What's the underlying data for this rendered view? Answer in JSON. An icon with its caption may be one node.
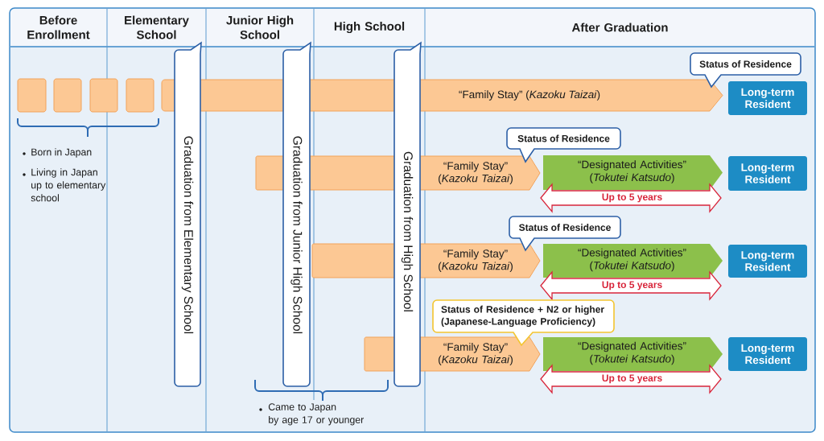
{
  "diagram": {
    "nodes": [
      {
        "text": [
          "Graduation from Elementary School"
        ]
      },
      {
        "text": [
          "Graduation from Junior High School"
        ]
      },
      {
        "text": [
          "Graduation from High School"
        ]
      },
      {
        "text": [
          "Status of Residence"
        ]
      },
      {
        "text": [],
        "shape": "box"
      },
      {
        "text": [],
        "shape": "box"
      },
      {
        "text": [],
        "shape": "box"
      },
      {
        "text": [],
        "shape": "box"
      },
      {
        "text": [
          "“Family Stay” (*Kazoku Taizai*)"
        ]
      },
      {
        "text": [
          "Long-term Resident"
        ]
      },
      {
        "text": [
          "Status of Residence"
        ]
      },
      {
        "text": [
          "“Family Stay” (*Kazoku Taizai*)"
        ]
      },
      {
        "text": [
          "“Designated Activities” (*Tokutei Katsudo*)"
        ],
        "beside": [
          "Up to 5 years"
        ]
      },
      {
        "text": [
          "Long-term Resident"
        ]
      },
      {
        "text": [
          "Status of Residence"
        ]
      },
      {
        "text": [
          "“Family Stay” (*Kazoku Taizai*)"
        ]
      },
      {
        "text": [
          "“Designated Activities” (*Tokutei Katsudo*)"
        ],
        "beside": [
          "Up to 5 years"
        ]
      },
      {
        "text": [
          "Long-term Resident"
        ]
      },
      {
        "text": [
          "Status of Residence + N2 or higher (Japanese-Language Proficiency)"
        ]
      },
      {
        "text": [
          "“Family Stay” (*Kazoku Taizai*)"
        ]
      },
      {
        "text": [
          "“Designated Activities” (*Tokutei Katsudo*)"
        ],
        "beside": [
          "Up to 5 years"
        ]
      },
      {
        "text": [
          "Long-term Resident"
        ]
      }
    ],
    "labels": [
      "Before Enrollment",
      "Elementary School",
      "Junior High School",
      "High School",
      "After Graduation",
      "Born in Japan",
      "Living in Japan up to elementary school",
      "Came to Japan by age 17 or younger"
    ]
  }
}
